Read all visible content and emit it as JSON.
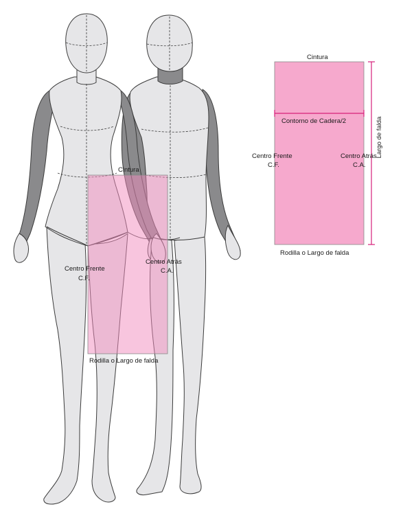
{
  "figure": {
    "colors": {
      "fabric": "#f28bbd",
      "measure_line": "#d6207a",
      "body_fill": "#e6e6e8",
      "arm_fill": "#8a8a8c",
      "outline": "#3a3a3a"
    },
    "mannequin_labels": {
      "waist": "Cintura",
      "center_front": "Centro Frente",
      "center_front_abbr": "C.F.",
      "center_back": "Centro Atrás",
      "center_back_abbr": "C.A.",
      "hem": "Rodilla o Largo de falda"
    },
    "pattern_labels": {
      "waist": "Cintura",
      "hip": "Contorno de Cadera/2",
      "center_front": "Centro Frente",
      "center_front_abbr": "C.F.",
      "center_back": "Centro Atrás",
      "center_back_abbr": "C.A.",
      "hem": "Rodilla o Largo de falda",
      "length": "Largo de falda"
    }
  }
}
